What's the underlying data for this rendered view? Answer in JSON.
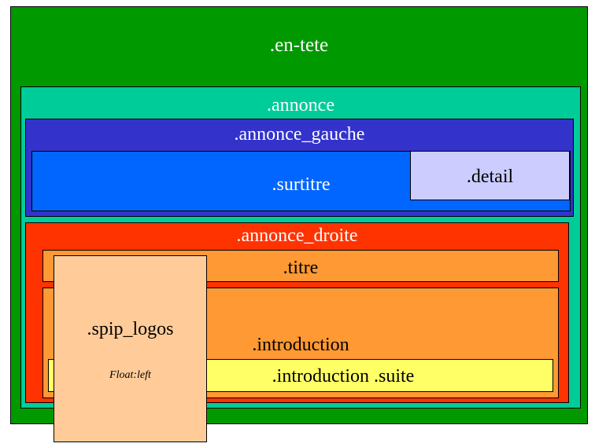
{
  "boxes": {
    "en_tete": ".en-tete",
    "annonce": ".annonce",
    "annonce_gauche": ".annonce_gauche",
    "surtitre": ".surtitre",
    "detail": ".detail",
    "annonce_droite": ".annonce_droite",
    "titre": ".titre",
    "introduction": ".introduction",
    "introduction_suite": ".introduction .suite",
    "spip_logos": ".spip_logos",
    "spip_logos_note": "Float:left"
  },
  "colors": {
    "en_tete": "#009900",
    "annonce": "#00cc99",
    "annonce_gauche": "#3333cc",
    "surtitre": "#0066ff",
    "detail": "#ccccff",
    "annonce_droite": "#ff3300",
    "titre": "#ff9933",
    "introduction": "#ff9933",
    "introduction_suite": "#ffff66",
    "spip_logos": "#ffcc99"
  }
}
